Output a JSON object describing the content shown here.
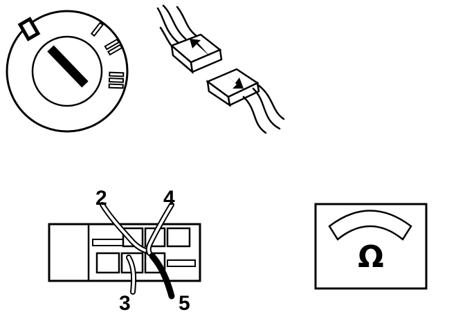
{
  "ignition_switch": {
    "positions": [
      "0",
      "I",
      "II",
      "III"
    ],
    "key_state": "position-0"
  },
  "connector_pins": {
    "top": [
      "2",
      "4"
    ],
    "bottom": [
      "3",
      "5"
    ]
  },
  "meter": {
    "unit": "Ω",
    "icon": "ohmmeter-icon"
  },
  "colors": {
    "ink": "#000000",
    "paper": "#ffffff"
  }
}
